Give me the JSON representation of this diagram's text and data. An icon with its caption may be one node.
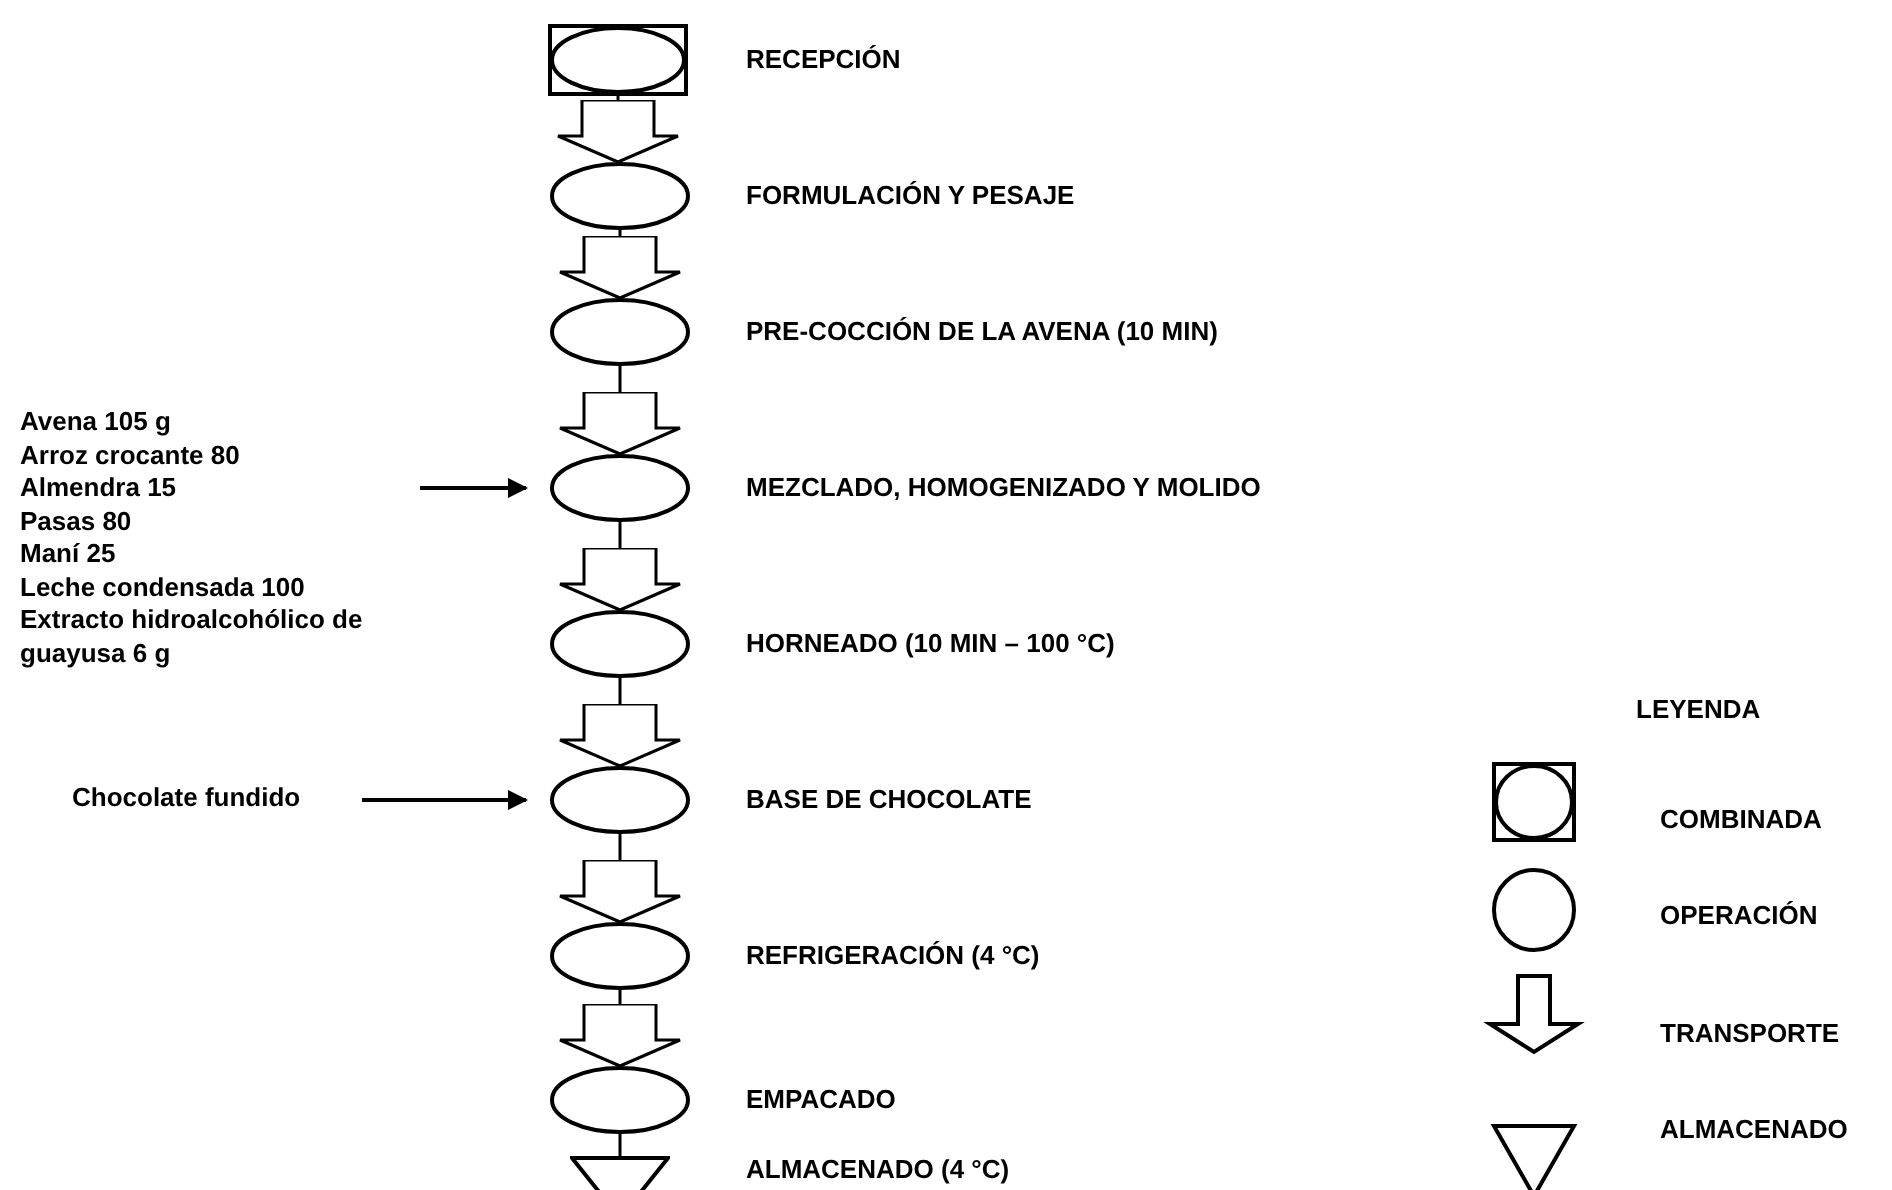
{
  "diagram": {
    "nodes": [
      {
        "text": [],
        "shape": "box",
        "beside": [
          "RECEPCIÓN"
        ]
      },
      {
        "text": [],
        "shape": "ellipse",
        "beside": [
          "FORMULACIÓN Y PESAJE"
        ]
      },
      {
        "text": [],
        "shape": "ellipse",
        "beside": [
          "PRE-COCCIÓN DE LA AVENA (10 MIN)"
        ]
      },
      {
        "text": [],
        "shape": "ellipse",
        "beside": [
          "MEZCLADO, HOMOGENIZADO Y MOLIDO"
        ]
      },
      {
        "text": [],
        "shape": "ellipse",
        "beside": [
          "HORNEADO (10 MIN – 100 °C)"
        ]
      },
      {
        "text": [],
        "shape": "ellipse",
        "beside": [
          "BASE DE CHOCOLATE"
        ]
      },
      {
        "text": [],
        "shape": "ellipse",
        "beside": [
          "REFRIGERACIÓN (4 °C)"
        ]
      },
      {
        "text": [],
        "shape": "ellipse",
        "beside": [
          "EMPACADO"
        ]
      },
      {
        "text": [],
        "shape": "triangle",
        "beside": [
          "ALMACENADO (4 °C)"
        ]
      },
      {
        "text": [
          "Avena 105 g",
          "Arroz crocante 80",
          "Almendra 15",
          "Pasas 80",
          "Maní 25",
          "Leche condensada 100",
          "Extracto hidroalcohólico de guayusa 6 g"
        ]
      },
      {
        "text": [
          "Chocolate fundido"
        ]
      }
    ],
    "edges": [
      {
        "from": 0,
        "to": 1,
        "arrow": "to"
      },
      {
        "from": 1,
        "to": 2,
        "arrow": "to"
      },
      {
        "from": 2,
        "to": 3,
        "arrow": "to"
      },
      {
        "from": 3,
        "to": 4,
        "arrow": "to"
      },
      {
        "from": 4,
        "to": 5,
        "arrow": "to"
      },
      {
        "from": 5,
        "to": 6,
        "arrow": "to"
      },
      {
        "from": 6,
        "to": 7,
        "arrow": "to"
      },
      {
        "from": 7,
        "to": 8,
        "arrow": "none"
      },
      {
        "from": 9,
        "to": 3,
        "arrow": "to"
      },
      {
        "from": 10,
        "to": 5,
        "arrow": "to"
      }
    ],
    "labels": [
      "LEYENDA"
    ],
    "legend": [
      {
        "text": "COMBINADA"
      },
      {
        "text": "OPERACIÓN"
      },
      {
        "text": "TRANSPORTE"
      },
      {
        "text": "ALMACENADO"
      }
    ]
  }
}
